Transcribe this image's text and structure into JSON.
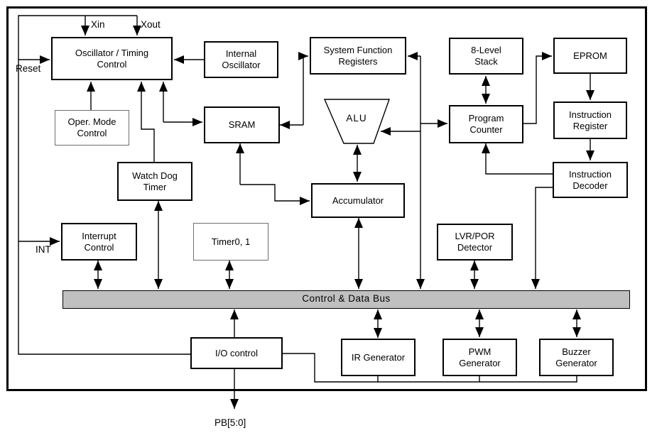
{
  "diagram": {
    "bus": {
      "label": "Control & Data Bus",
      "fill": "#c0c0c0"
    },
    "line_color": "#000000",
    "pins": {
      "xin": "Xin",
      "xout": "Xout",
      "reset": "Reset",
      "int": "INT",
      "pb": "PB[5:0]"
    },
    "alu": {
      "label": "ALU"
    },
    "blocks": [
      {
        "id": "oscillator-timing-control",
        "label": "Oscillator / Timing\nControl"
      },
      {
        "id": "internal-oscillator",
        "label": "Internal\nOscillator"
      },
      {
        "id": "system-function-registers",
        "label": "System Function\nRegisters"
      },
      {
        "id": "eight-level-stack",
        "label": "8-Level\nStack"
      },
      {
        "id": "eprom",
        "label": "EPROM"
      },
      {
        "id": "oper-mode-control",
        "label": "Oper. Mode\nControl"
      },
      {
        "id": "sram",
        "label": "SRAM"
      },
      {
        "id": "program-counter",
        "label": "Program\nCounter"
      },
      {
        "id": "instruction-register",
        "label": "Instruction\nRegister"
      },
      {
        "id": "watch-dog-timer",
        "label": "Watch Dog\nTimer"
      },
      {
        "id": "instruction-decoder",
        "label": "Instruction\nDecoder"
      },
      {
        "id": "accumulator",
        "label": "Accumulator"
      },
      {
        "id": "interrupt-control",
        "label": "Interrupt\nControl"
      },
      {
        "id": "timer0-1",
        "label": "Timer0, 1"
      },
      {
        "id": "lvr-por-detector",
        "label": "LVR/POR\nDetector"
      },
      {
        "id": "io-control",
        "label": "I/O control"
      },
      {
        "id": "ir-generator",
        "label": "IR Generator"
      },
      {
        "id": "pwm-generator",
        "label": "PWM\nGenerator"
      },
      {
        "id": "buzzer-generator",
        "label": "Buzzer\nGenerator"
      }
    ]
  }
}
